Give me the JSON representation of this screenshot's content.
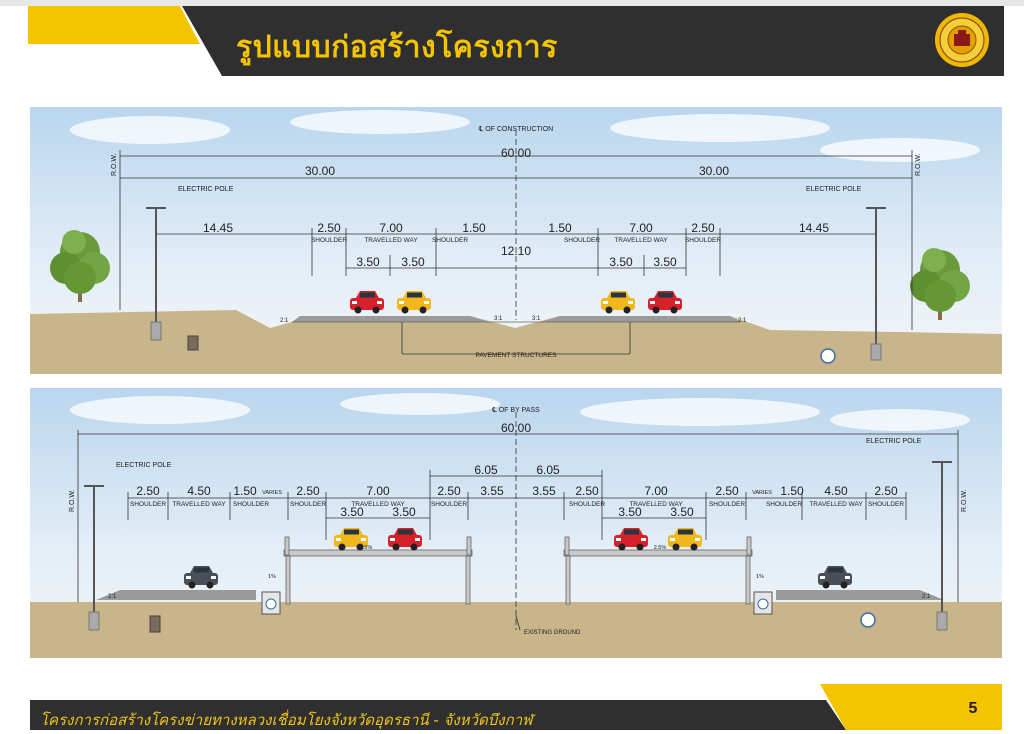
{
  "slide": {
    "title": "รูปแบบก่อสร้างโครงการ",
    "footer": "โครงการก่อสร้างโครงข่ายทางหลวงเชื่อมโยงจังหวัดอุดรธานี - จังหวัดบึงกาฬ",
    "page_number": "5"
  },
  "colors": {
    "dark_band": "#2f2f2f",
    "accent_yellow": "#f4c400",
    "ground": "#c8b58a",
    "sky": "#cfe3f3"
  },
  "section1": {
    "centerline_label": "℄ OF CONSTRUCTION",
    "total_width": "60.00",
    "half_left": "30.00",
    "half_right": "30.00",
    "row_label": "R.O.W.",
    "pole_label_left": "ELECTRIC POLE",
    "pole_label_right": "ELECTRIC POLE",
    "dims_left": [
      "14.45",
      "2.50",
      "7.00",
      "1.50"
    ],
    "dims_right": [
      "1.50",
      "7.00",
      "2.50",
      "14.45"
    ],
    "median": "12.10",
    "lanes": [
      "3.50",
      "3.50",
      "3.50",
      "3.50"
    ],
    "shoulder": "SHOULDER",
    "travelled_way": "TRAVELLED WAY",
    "pavement_label": "PAVEMENT STRUCTURES",
    "slope": "2:1",
    "slope_inner": "3:1"
  },
  "section2": {
    "centerline_label": "℄ OF BY PASS",
    "total_width": "60.00",
    "row_label": "R.O.W.",
    "pole_label_left": "ELECTRIC POLE",
    "pole_label_right": "ELECTRIC POLE",
    "dims_left": [
      "2.50",
      "4.50",
      "1.50",
      "2.50",
      "7.00",
      "2.50",
      "3.55"
    ],
    "dims_right": [
      "3.55",
      "2.50",
      "7.00",
      "2.50",
      "1.50",
      "4.50",
      "2.50"
    ],
    "center_offsets": [
      "6.05",
      "6.05"
    ],
    "lanes": [
      "3.50",
      "3.50",
      "3.50",
      "3.50"
    ],
    "varies": "VARIES",
    "shoulder": "SHOULDER",
    "travelled_way": "TRAVELLED WAY",
    "existing_ground": "EXISTING GROUND",
    "slope": "2:1",
    "bridge_slope": "2.5%",
    "frontage_slope": "1%"
  }
}
